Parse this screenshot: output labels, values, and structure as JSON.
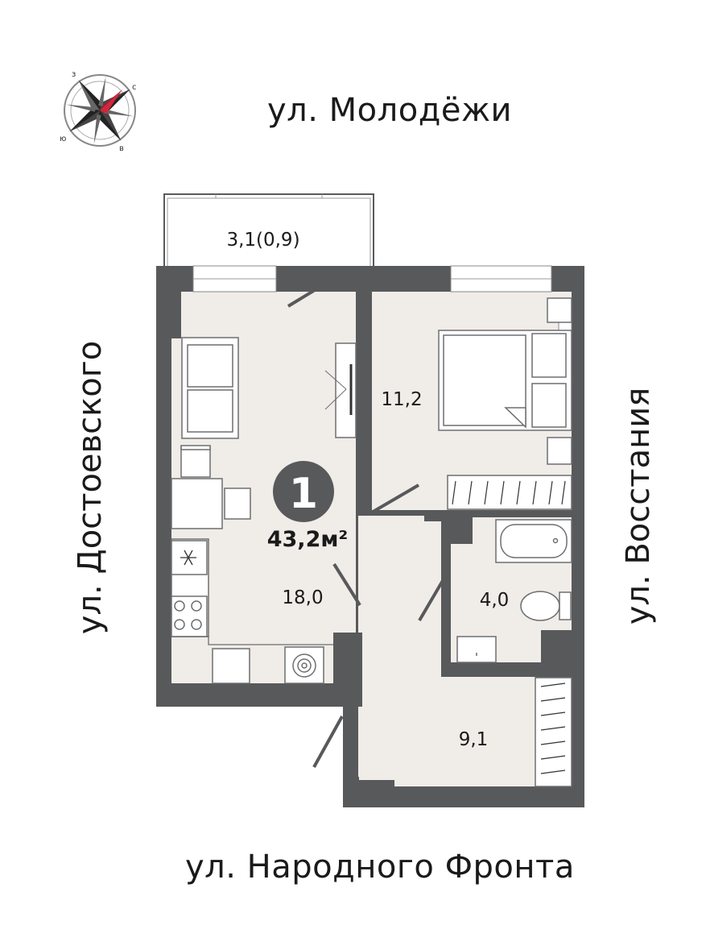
{
  "streets": {
    "top": "ул. Молодёжи",
    "bottom": "ул. Народного Фронта",
    "left": "ул. Достоевского",
    "right": "ул. Восстания"
  },
  "compass": {
    "west": "з",
    "north": "с",
    "south": "ю",
    "east": "в",
    "needle_color": "#d3263a"
  },
  "apartment": {
    "rooms": "1",
    "total_area": "43,2м²"
  },
  "rooms": {
    "balcony": "3,1(0,9)",
    "kitchen_living": "18,0",
    "bedroom": "11,2",
    "bathroom": "4,0",
    "hall": "9,1"
  },
  "colors": {
    "wall": "#58595b",
    "floor": "#f0ece8",
    "badge": "#58595b"
  }
}
